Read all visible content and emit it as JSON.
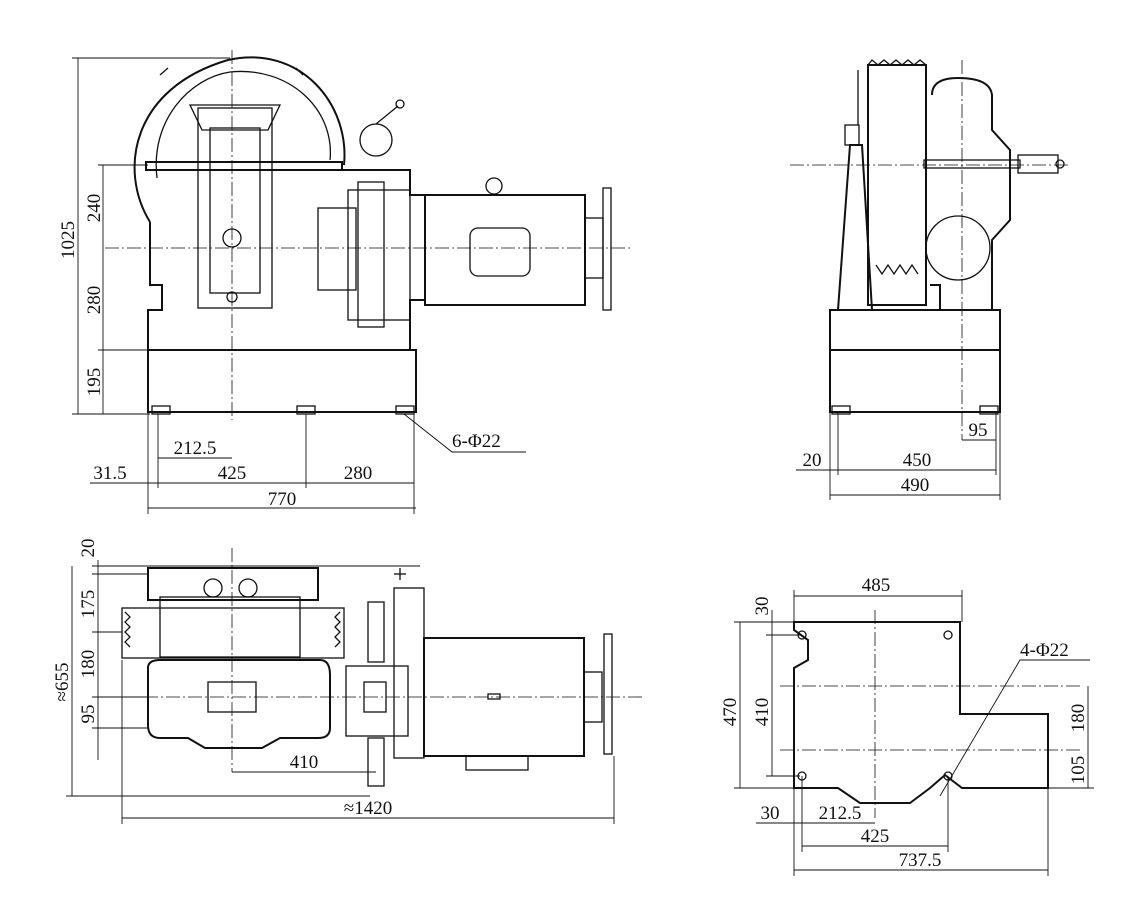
{
  "front_view": {
    "dims": {
      "total_height": "1025",
      "h_240": "240",
      "h_280": "280",
      "h_195": "195",
      "w_212_5": "212.5",
      "w_31_5": "31.5",
      "w_425": "425",
      "w_280": "280",
      "w_770": "770"
    },
    "hole_callout": "6-Φ22"
  },
  "side_view": {
    "dims": {
      "w_95": "95",
      "w_20": "20",
      "w_450": "450",
      "w_490": "490"
    }
  },
  "top_view": {
    "dims": {
      "h_20": "20",
      "h_175": "175",
      "h_180": "180",
      "h_95": "95",
      "total_width_approx": "≈655",
      "w_410": "410",
      "total_length_approx": "≈1420"
    }
  },
  "base_plan": {
    "dims": {
      "w_485": "485",
      "h_30": "30",
      "h_470": "470",
      "h_410": "410",
      "h_180": "180",
      "h_105": "105",
      "w_30": "30",
      "w_212_5": "212.5",
      "w_425": "425",
      "w_737_5": "737.5"
    },
    "hole_callout": "4-Φ22"
  }
}
